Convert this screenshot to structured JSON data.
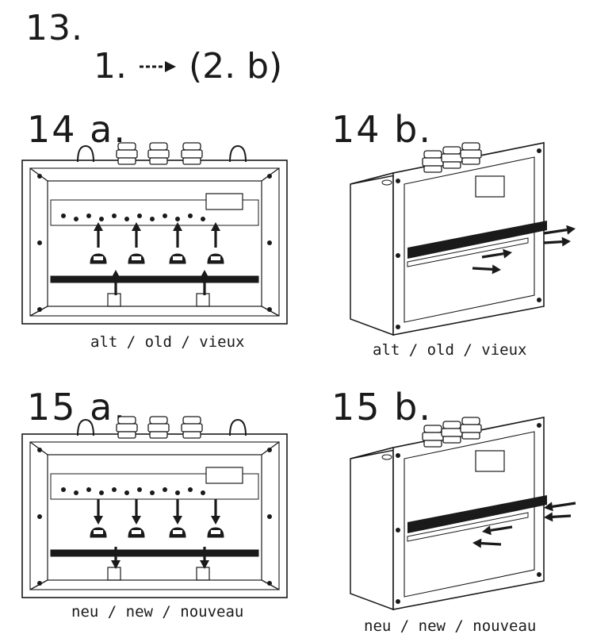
{
  "step": {
    "number": "13."
  },
  "sequence": {
    "from": "1.",
    "to": "(2. b)",
    "arrow_icon": "dashed-arrow-right-icon"
  },
  "panels": [
    {
      "label": "14 a.",
      "caption": "alt / old / vieux",
      "view": "front",
      "arrow_direction": "up"
    },
    {
      "label": "14 b.",
      "caption": "alt / old / vieux",
      "view": "perspective",
      "arrow_direction": "out"
    },
    {
      "label": "15 a.",
      "caption": "neu / new / nouveau",
      "view": "front",
      "arrow_direction": "down"
    },
    {
      "label": "15 b.",
      "caption": "neu / new / nouveau",
      "view": "perspective",
      "arrow_direction": "in"
    }
  ],
  "colors": {
    "line": "#1a1a1a",
    "fill": "#ffffff",
    "rail": "#2a2a2a"
  }
}
